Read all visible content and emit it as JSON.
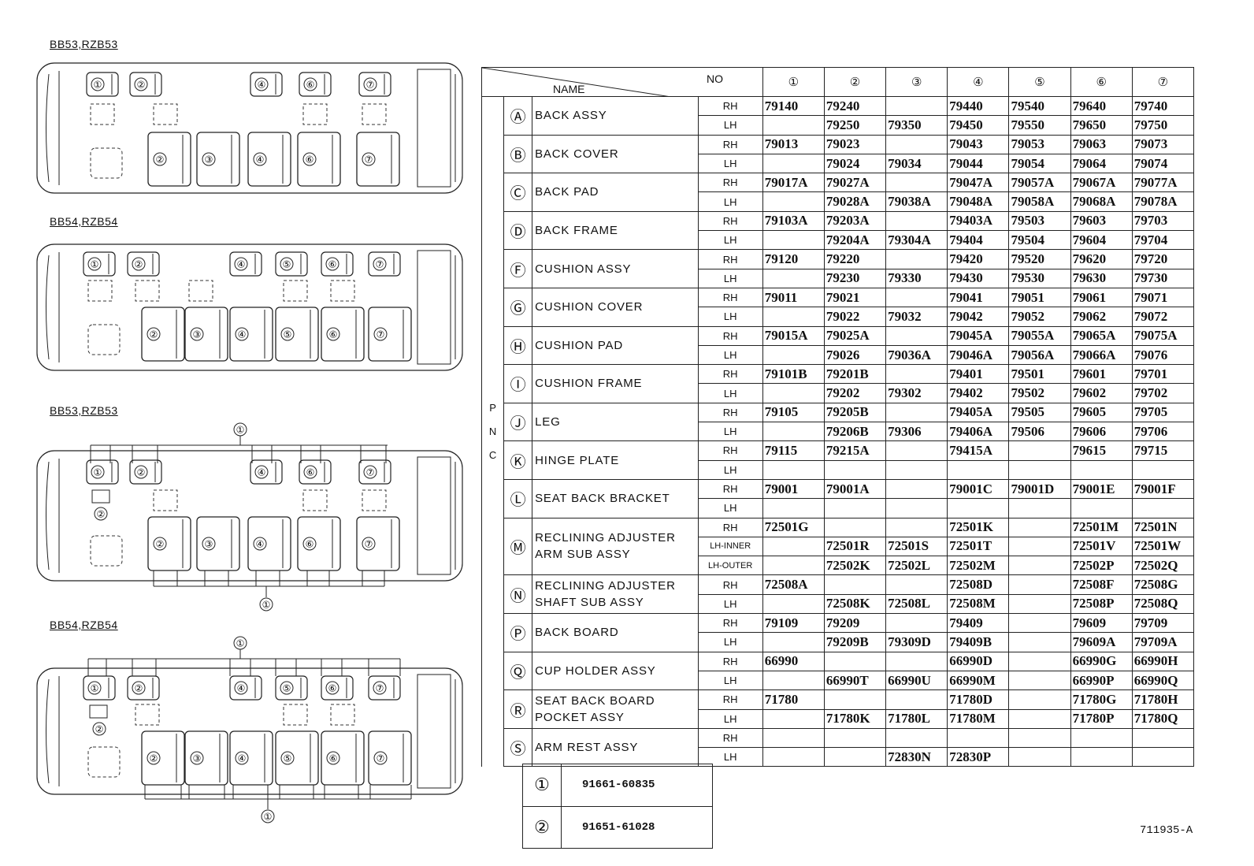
{
  "diagram": {
    "labels": [
      "BB53,RZB53",
      "BB54,RZB54",
      "BB53,RZB53",
      "BB54,RZB54"
    ]
  },
  "table": {
    "header": {
      "name": "NAME",
      "no": "NO",
      "cols": [
        "①",
        "②",
        "③",
        "④",
        "⑤",
        "⑥",
        "⑦"
      ]
    },
    "pnc_label": [
      "P",
      "N",
      "C"
    ],
    "rows": [
      {
        "letter": "Ⓐ",
        "name": [
          "BACK ASSY"
        ],
        "sides": [
          {
            "side": "RH",
            "pn": [
              "79140",
              "79240",
              "",
              "79440",
              "79540",
              "79640",
              "79740"
            ]
          },
          {
            "side": "LH",
            "pn": [
              "",
              "79250",
              "79350",
              "79450",
              "79550",
              "79650",
              "79750"
            ]
          }
        ]
      },
      {
        "letter": "Ⓑ",
        "name": [
          "BACK COVER"
        ],
        "sides": [
          {
            "side": "RH",
            "pn": [
              "79013",
              "79023",
              "",
              "79043",
              "79053",
              "79063",
              "79073"
            ]
          },
          {
            "side": "LH",
            "pn": [
              "",
              "79024",
              "79034",
              "79044",
              "79054",
              "79064",
              "79074"
            ]
          }
        ]
      },
      {
        "letter": "Ⓒ",
        "name": [
          "BACK PAD"
        ],
        "sides": [
          {
            "side": "RH",
            "pn": [
              "79017A",
              "79027A",
              "",
              "79047A",
              "79057A",
              "79067A",
              "79077A"
            ]
          },
          {
            "side": "LH",
            "pn": [
              "",
              "79028A",
              "79038A",
              "79048A",
              "79058A",
              "79068A",
              "79078A"
            ]
          }
        ]
      },
      {
        "letter": "Ⓓ",
        "name": [
          "BACK FRAME"
        ],
        "sides": [
          {
            "side": "RH",
            "pn": [
              "79103A",
              "79203A",
              "",
              "79403A",
              "79503",
              "79603",
              "79703"
            ]
          },
          {
            "side": "LH",
            "pn": [
              "",
              "79204A",
              "79304A",
              "79404",
              "79504",
              "79604",
              "79704"
            ]
          }
        ]
      },
      {
        "letter": "Ⓕ",
        "name": [
          "CUSHION ASSY"
        ],
        "sides": [
          {
            "side": "RH",
            "pn": [
              "79120",
              "79220",
              "",
              "79420",
              "79520",
              "79620",
              "79720"
            ]
          },
          {
            "side": "LH",
            "pn": [
              "",
              "79230",
              "79330",
              "79430",
              "79530",
              "79630",
              "79730"
            ]
          }
        ]
      },
      {
        "letter": "Ⓖ",
        "name": [
          "CUSHION COVER"
        ],
        "sides": [
          {
            "side": "RH",
            "pn": [
              "79011",
              "79021",
              "",
              "79041",
              "79051",
              "79061",
              "79071"
            ]
          },
          {
            "side": "LH",
            "pn": [
              "",
              "79022",
              "79032",
              "79042",
              "79052",
              "79062",
              "79072"
            ]
          }
        ]
      },
      {
        "letter": "Ⓗ",
        "name": [
          "CUSHION PAD"
        ],
        "sides": [
          {
            "side": "RH",
            "pn": [
              "79015A",
              "79025A",
              "",
              "79045A",
              "79055A",
              "79065A",
              "79075A"
            ]
          },
          {
            "side": "LH",
            "pn": [
              "",
              "79026",
              "79036A",
              "79046A",
              "79056A",
              "79066A",
              "79076"
            ]
          }
        ]
      },
      {
        "letter": "Ⓘ",
        "name": [
          "CUSHION FRAME"
        ],
        "sides": [
          {
            "side": "RH",
            "pn": [
              "79101B",
              "79201B",
              "",
              "79401",
              "79501",
              "79601",
              "79701"
            ]
          },
          {
            "side": "LH",
            "pn": [
              "",
              "79202",
              "79302",
              "79402",
              "79502",
              "79602",
              "79702"
            ]
          }
        ]
      },
      {
        "letter": "Ⓙ",
        "name": [
          "LEG"
        ],
        "sides": [
          {
            "side": "RH",
            "pn": [
              "79105",
              "79205B",
              "",
              "79405A",
              "79505",
              "79605",
              "79705"
            ]
          },
          {
            "side": "LH",
            "pn": [
              "",
              "79206B",
              "79306",
              "79406A",
              "79506",
              "79606",
              "79706"
            ]
          }
        ]
      },
      {
        "letter": "Ⓚ",
        "name": [
          "HINGE PLATE"
        ],
        "sides": [
          {
            "side": "RH",
            "pn": [
              "79115",
              "79215A",
              "",
              "79415A",
              "",
              "79615",
              "79715"
            ]
          },
          {
            "side": "LH",
            "pn": [
              "",
              "",
              "",
              "",
              "",
              "",
              ""
            ]
          }
        ]
      },
      {
        "letter": "Ⓛ",
        "name": [
          "SEAT BACK BRACKET"
        ],
        "sides": [
          {
            "side": "RH",
            "pn": [
              "79001",
              "79001A",
              "",
              "79001C",
              "79001D",
              "79001E",
              "79001F"
            ]
          },
          {
            "side": "LH",
            "pn": [
              "",
              "",
              "",
              "",
              "",
              "",
              ""
            ]
          }
        ]
      },
      {
        "letter": "Ⓜ",
        "name": [
          "RECLINING ADJUSTER",
          "ARM SUB ASSY"
        ],
        "sides": [
          {
            "side": "RH",
            "pn": [
              "72501G",
              "",
              "",
              "72501K",
              "",
              "72501M",
              "72501N"
            ]
          },
          {
            "side": "LH-INNER",
            "pn": [
              "",
              "72501R",
              "72501S",
              "72501T",
              "",
              "72501V",
              "72501W"
            ]
          },
          {
            "side": "LH-OUTER",
            "pn": [
              "",
              "72502K",
              "72502L",
              "72502M",
              "",
              "72502P",
              "72502Q"
            ]
          }
        ]
      },
      {
        "letter": "Ⓝ",
        "name": [
          "RECLINING ADJUSTER",
          "SHAFT SUB ASSY"
        ],
        "sides": [
          {
            "side": "RH",
            "pn": [
              "72508A",
              "",
              "",
              "72508D",
              "",
              "72508F",
              "72508G"
            ]
          },
          {
            "side": "LH",
            "pn": [
              "",
              "72508K",
              "72508L",
              "72508M",
              "",
              "72508P",
              "72508Q"
            ]
          }
        ]
      },
      {
        "letter": "Ⓟ",
        "name": [
          "BACK BOARD"
        ],
        "sides": [
          {
            "side": "RH",
            "pn": [
              "79109",
              "79209",
              "",
              "79409",
              "",
              "79609",
              "79709"
            ]
          },
          {
            "side": "LH",
            "pn": [
              "",
              "79209B",
              "79309D",
              "79409B",
              "",
              "79609A",
              "79709A"
            ]
          }
        ]
      },
      {
        "letter": "Ⓠ",
        "name": [
          "CUP HOLDER ASSY"
        ],
        "sides": [
          {
            "side": "RH",
            "pn": [
              "66990",
              "",
              "",
              "66990D",
              "",
              "66990G",
              "66990H"
            ]
          },
          {
            "side": "LH",
            "pn": [
              "",
              "66990T",
              "66990U",
              "66990M",
              "",
              "66990P",
              "66990Q"
            ]
          }
        ]
      },
      {
        "letter": "Ⓡ",
        "name": [
          "SEAT BACK BOARD",
          "POCKET ASSY"
        ],
        "sides": [
          {
            "side": "RH",
            "pn": [
              "71780",
              "",
              "",
              "71780D",
              "",
              "71780G",
              "71780H"
            ]
          },
          {
            "side": "LH",
            "pn": [
              "",
              "71780K",
              "71780L",
              "71780M",
              "",
              "71780P",
              "71780Q"
            ]
          }
        ]
      },
      {
        "letter": "Ⓢ",
        "name": [
          "ARM REST ASSY"
        ],
        "sides": [
          {
            "side": "RH",
            "pn": [
              "",
              "",
              "",
              "",
              "",
              "",
              ""
            ]
          },
          {
            "side": "LH",
            "pn": [
              "",
              "",
              "72830N",
              "72830P",
              "",
              "",
              ""
            ]
          }
        ]
      }
    ]
  },
  "bolts": [
    {
      "no": "①",
      "pn": "91661-60835"
    },
    {
      "no": "②",
      "pn": "91651-61028"
    }
  ],
  "figure_number": "711935-A"
}
